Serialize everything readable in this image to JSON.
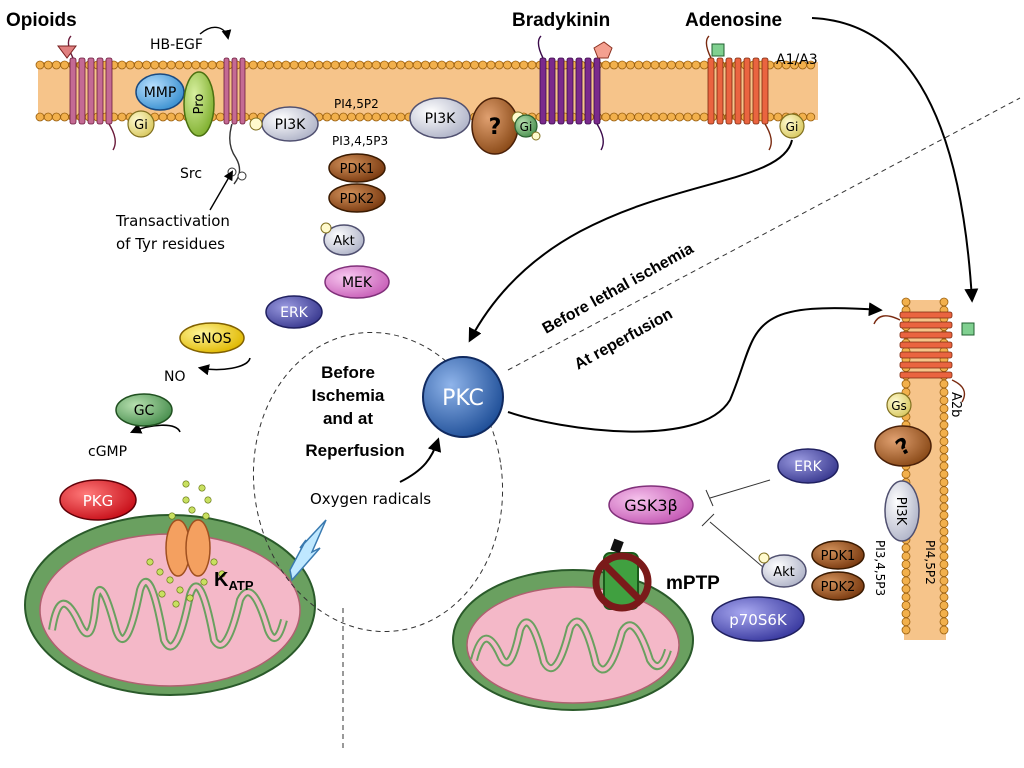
{
  "labels": {
    "opioids": "Opioids",
    "bradykinin": "Bradykinin",
    "adenosine": "Adenosine",
    "hb_egf": "HB-EGF",
    "a1_a3": "A1/A3",
    "src": "Src",
    "transactivation_1": "Transactivation",
    "transactivation_2": "of Tyr residues",
    "no": "NO",
    "cgmp": "cGMP",
    "oxygen_radicals": "Oxygen radicals",
    "before_lethal_ischemia": "Before lethal ischemia",
    "at_reperfusion": "At reperfusion",
    "before_ischemia_1": "Before",
    "before_ischemia_2": "Ischemia",
    "before_ischemia_3": "and at",
    "before_ischemia_4": "Reperfusion",
    "katp": "K",
    "katp_sub": "ATP",
    "mptp": "mPTP",
    "a2b": "A2b",
    "pip2_top": "PI4,5P2",
    "pip3_top": "PI3,4,5P3",
    "pip3_right": "PI3,4,5P3",
    "pip2_right": "PI4,5P2"
  },
  "molecules": {
    "mmp": "MMP",
    "pro": "Pro",
    "gi_1": "Gi",
    "gi_2": "Gi",
    "gi_3": "Gi",
    "gs": "Gs",
    "pi3k_1": "PI3K",
    "pi3k_2": "PI3K",
    "pi3k_3": "PI3K",
    "unknown_1": "?",
    "unknown_2": "?",
    "pdk1_1": "PDK1",
    "pdk2_1": "PDK2",
    "pdk1_2": "PDK1",
    "pdk2_2": "PDK2",
    "akt_1": "Akt",
    "akt_2": "Akt",
    "mek": "MEK",
    "erk_1": "ERK",
    "erk_2": "ERK",
    "enos": "eNOS",
    "gc": "GC",
    "pkg": "PKG",
    "pkc": "PKC",
    "gsk3b": "GSK3β",
    "p70s6k": "p70S6K"
  },
  "colors": {
    "membrane": "#f3c389",
    "lipid_head": "#e8a64a",
    "receptor_opioid": "#c55a8a",
    "receptor_bradykinin": "#7a2a8a",
    "receptor_adenosine": "#e8603a",
    "pkc": "#2a5fa8",
    "gsk3b": "#d873c8",
    "pkg": "#e0202a",
    "erk": "#4a4aa0",
    "pdk": "#8a4a1a",
    "enos": "#f0d020",
    "gc": "#5aa060",
    "mito_outer": "#6aa060",
    "mito_inner": "#f4b8c8"
  }
}
